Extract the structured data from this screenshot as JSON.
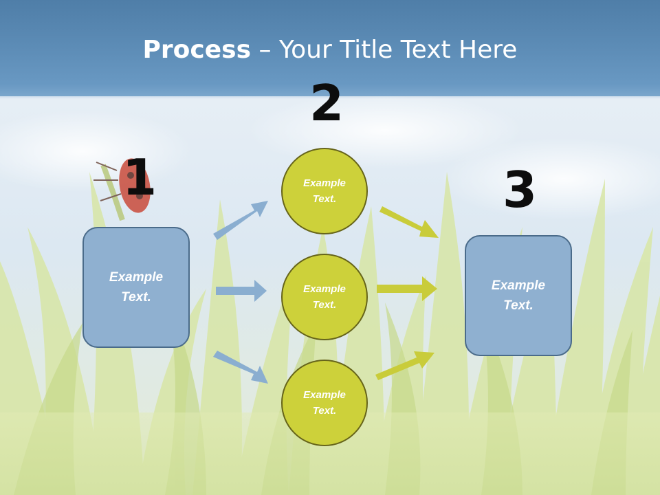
{
  "slide": {
    "title_bold": "Process",
    "title_rest": " – Your Title Text Here",
    "step_numbers": [
      "1",
      "2",
      "3"
    ],
    "left_box": {
      "label": "Example\nText."
    },
    "right_box": {
      "label": "Example\nText."
    },
    "circles": [
      {
        "label": "Example\nText."
      },
      {
        "label": "Example\nText."
      },
      {
        "label": "Example\nText."
      }
    ]
  },
  "colors": {
    "box_fill": "#8fb0d0",
    "circle_fill": "#cdd13a",
    "blue_arrow": "#8aaed0",
    "yellow_arrow": "#c9cc3a",
    "title_bar": "#5f8fb8"
  }
}
